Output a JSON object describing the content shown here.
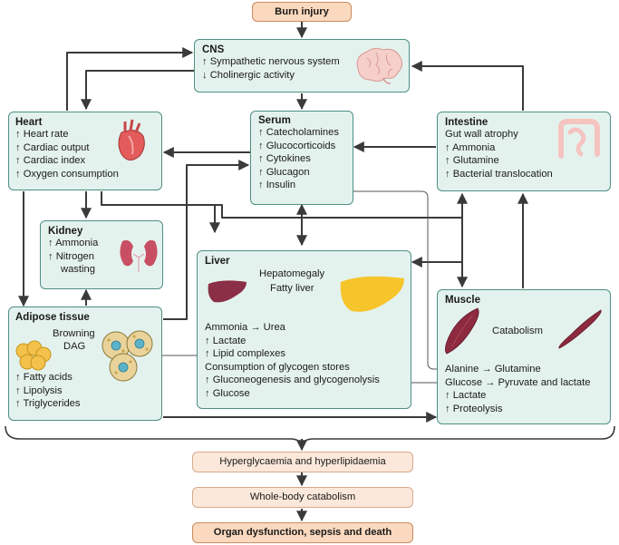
{
  "top": {
    "label": "Burn injury"
  },
  "cns": {
    "title": "CNS",
    "lines": [
      "↑ Sympathetic nervous system",
      "↓ Cholinergic activity"
    ]
  },
  "heart": {
    "title": "Heart",
    "lines": [
      "↑ Heart rate",
      "↑ Cardiac output",
      "↑ Cardiac index",
      "↑ Oxygen consumption"
    ]
  },
  "serum": {
    "title": "Serum",
    "lines": [
      "↑ Catecholamines",
      "↑ Glucocorticoids",
      "↑ Cytokines",
      "↑ Glucagon",
      "↑ Insulin"
    ]
  },
  "intestine": {
    "title": "Intestine",
    "lines": [
      "Gut wall atrophy",
      "↑ Ammonia",
      "↑ Glutamine",
      "↑ Bacterial translocation"
    ]
  },
  "kidney": {
    "title": "Kidney",
    "lines": [
      "↑ Ammonia",
      "↑ Nitrogen",
      "wasting"
    ]
  },
  "liver": {
    "title": "Liver",
    "sub1": "Hepatomegaly",
    "sub2": "Fatty liver",
    "lines": [
      "Ammonia → Urea",
      "↑ Lactate",
      "↑ Lipid complexes",
      "Consumption of glycogen stores",
      "↑ Gluconeogenesis and glycogenolysis",
      "↑ Glucose"
    ]
  },
  "adipose": {
    "title": "Adipose tissue",
    "browning": "Browning",
    "dag": "DAG",
    "lines": [
      "↑ Fatty acids",
      "↑ Lipolysis",
      "↑ Triglycerides"
    ]
  },
  "muscle": {
    "title": "Muscle",
    "catabolism": "Catabolism",
    "lines": [
      "Alanine → Glutamine",
      "Glucose → Pyruvate and lactate",
      "↑ Lactate",
      "↑ Proteolysis"
    ]
  },
  "outcomes": [
    "Hyperglycaemia and hyperlipidaemia",
    "Whole-body catabolism",
    "Organ dysfunction, sepsis and death"
  ],
  "icons": [
    "brain-icon",
    "heart-organ-icon",
    "intestine-icon",
    "kidney-icon",
    "liver-icon",
    "fatty-liver-icon",
    "fat-cells-icon",
    "adipocyte-icon",
    "muscle-icon",
    "atrophied-muscle-icon"
  ],
  "colors": {
    "box_fill": "#e4f2ee",
    "box_border": "#4d8f84",
    "arrow": "#3a3a3a",
    "outcome_fill": "#fbe8da",
    "final_fill": "#fbd9bf",
    "liver": "#8a2f45",
    "fatty_liver": "#f6c42b",
    "muscle": "#8e2a3f",
    "fat": "#f2c24a"
  }
}
